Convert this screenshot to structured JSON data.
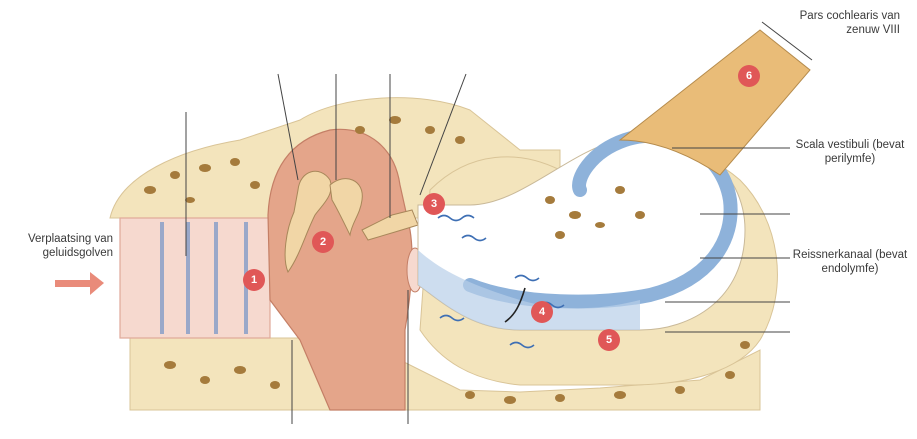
{
  "labels": {
    "sound_wave": "Verplaatsing van geluidsgolven",
    "cochlear_nerve": "Pars cochlearis van zenuw VIII",
    "scala_vestibuli": "Scala vestibuli (bevat perilymfe)",
    "reissner_canal": "Reissnerkanaal (bevat endolymfe)"
  },
  "markers": [
    "1",
    "2",
    "3",
    "4",
    "5",
    "6"
  ],
  "colors": {
    "bone": "#f3e4bc",
    "bone_pore": "#a57b3c",
    "tissue": "#e4a58a",
    "ossicle": "#f1d6a6",
    "fluid": "#b8cfe8",
    "duct": "#8eb2da",
    "marker": "#e05757",
    "arrow": "#e98b7a",
    "wave": "#3e6fb4",
    "nerve": "#e9bc78",
    "leader": "#444444"
  }
}
